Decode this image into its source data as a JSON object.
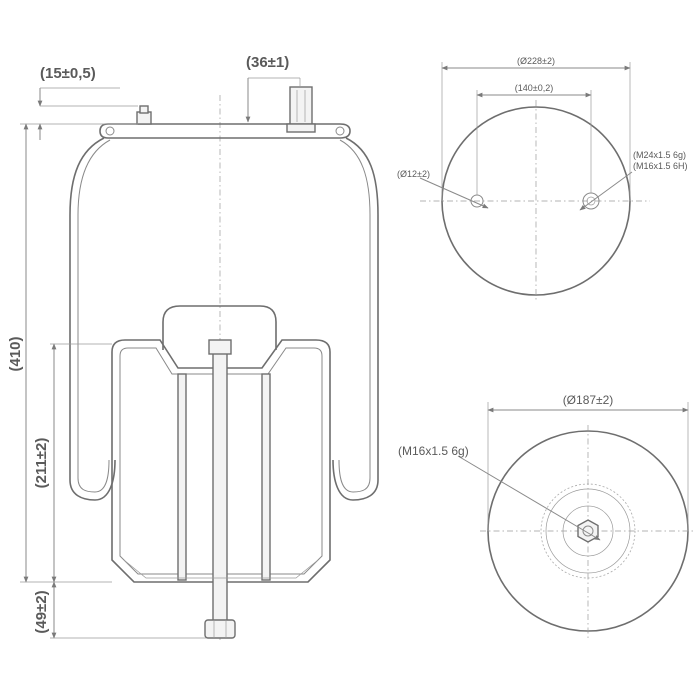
{
  "side_view": {
    "dim_top_offset": "(15±0,5)",
    "dim_fitting_offset": "(36±1)",
    "dim_total_height": "(410)",
    "dim_piston_height": "(211±2)",
    "dim_stud_length": "(49±2)"
  },
  "top_view": {
    "dim_outer_diameter": "(Ø228±2)",
    "dim_hole_spacing": "(140±0,2)",
    "dim_pin_diameter": "(Ø12±2)",
    "dim_thread_1": "(M24x1.5 6g)",
    "dim_thread_2": "(M16x1.5 6H)"
  },
  "bottom_view": {
    "dim_piston_diameter": "(Ø187±2)",
    "dim_thread": "(M16x1.5 6g)"
  },
  "colors": {
    "line": "#8a8a8a",
    "text": "#5a5a5a",
    "background": "#ffffff"
  }
}
